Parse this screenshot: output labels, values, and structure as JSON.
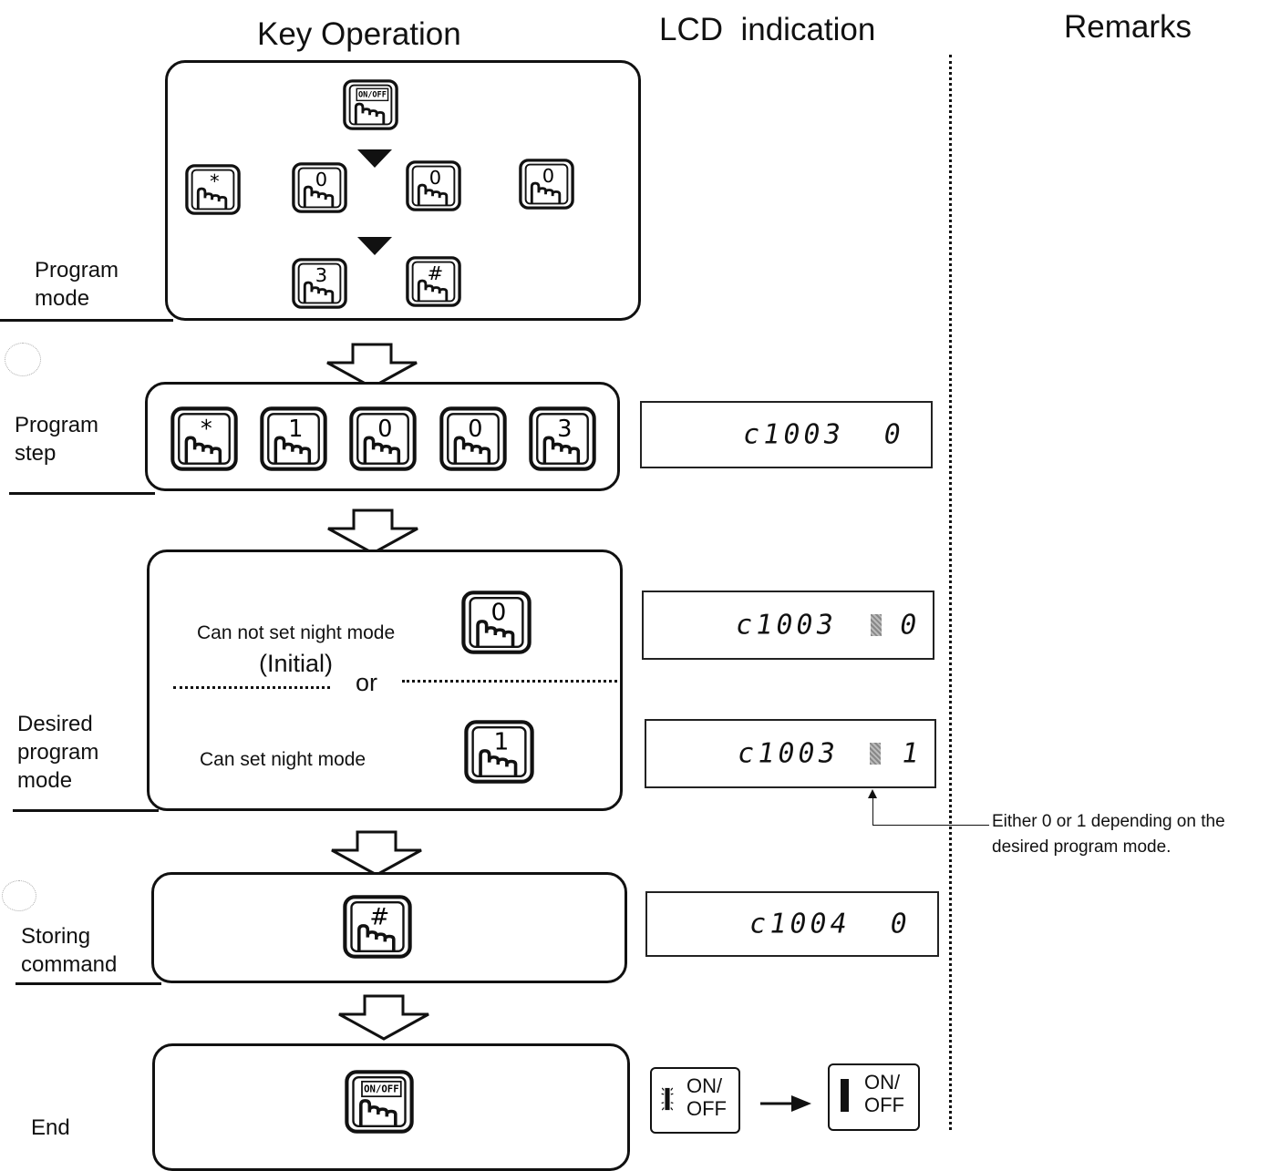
{
  "headers": {
    "key_operation": "Key Operation",
    "lcd_indication": "LCD  indication",
    "remarks": "Remarks"
  },
  "steps": {
    "program_mode": {
      "label": "Program\nmode",
      "keys": [
        "ON/OFF",
        "*",
        "0",
        "0",
        "0",
        "3",
        "#"
      ]
    },
    "program_step": {
      "label": "Program\nstep",
      "keys": [
        "*",
        "1",
        "0",
        "0",
        "3"
      ],
      "lcd": "c1003  0"
    },
    "desired_program_mode": {
      "label": "Desired\nprogram\nmode",
      "option_a": {
        "text": "Can not set night mode",
        "note": "(Initial)",
        "key": "0",
        "lcd_prefix": "c1003",
        "lcd_value": "0"
      },
      "or_text": "or",
      "option_b": {
        "text": "Can set night mode",
        "key": "1",
        "lcd_prefix": "c1003",
        "lcd_value": "1"
      }
    },
    "storing_command": {
      "label": "Storing\ncommand",
      "key": "#",
      "lcd": "c1004  0"
    },
    "end": {
      "label": "End",
      "key": "ON/OFF",
      "lamp_blinking": "ON/\nOFF",
      "lamp_steady": "ON/\nOFF"
    }
  },
  "remarks": {
    "note": "Either 0 or 1 depending on the\ndesired program mode."
  }
}
